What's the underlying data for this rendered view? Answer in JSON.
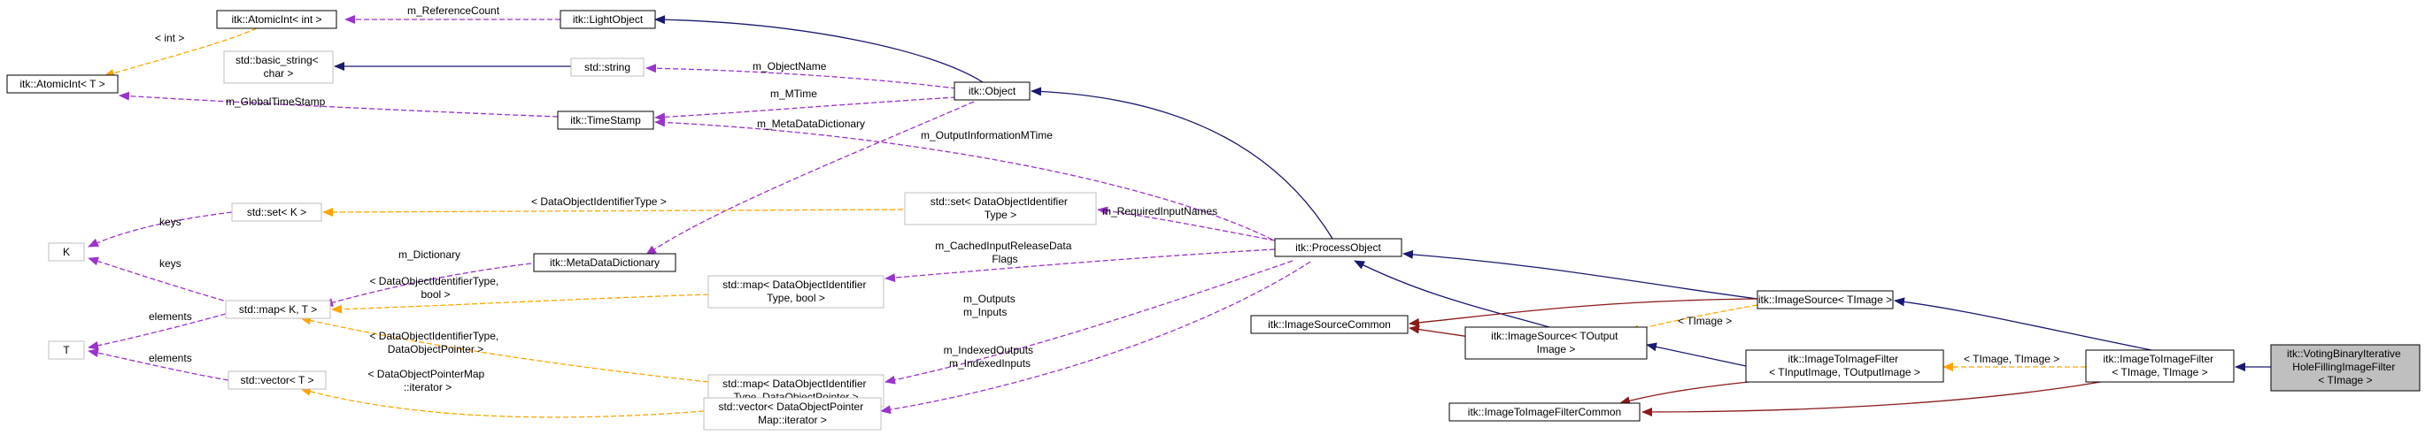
{
  "colors": {
    "inheritance": "#191970",
    "private_inheritance": "#8b1a1a",
    "member": "#9a32cd",
    "template": "#ffa500",
    "focus_fill": "#bfbfbf",
    "undocumented_border": "#bfbfbf"
  },
  "nodes": {
    "atomicint_int": [
      "itk::AtomicInt< int >"
    ],
    "lightobject": [
      "itk::LightObject"
    ],
    "atomicint_t": [
      "itk::AtomicInt< T >"
    ],
    "basic_string": [
      "std::basic_string<",
      "char >"
    ],
    "std_string": [
      "std::string"
    ],
    "object": [
      "itk::Object"
    ],
    "timestamp": [
      "itk::TimeStamp"
    ],
    "set_k": [
      "std::set< K >"
    ],
    "set_doi": [
      "std::set< DataObjectIdentifier",
      "Type >"
    ],
    "k": [
      "K"
    ],
    "metadatadictionary": [
      "itk::MetaDataDictionary"
    ],
    "processobject": [
      "itk::ProcessObject"
    ],
    "map_kt": [
      "std::map< K, T >"
    ],
    "map_doi_bool": [
      "std::map< DataObjectIdentifier",
      "Type, bool >"
    ],
    "t": [
      "T"
    ],
    "imagesourcecommon": [
      "itk::ImageSourceCommon"
    ],
    "imagesource_timage": [
      "itk::ImageSource< TImage >"
    ],
    "map_doi_ptr": [
      "std::map< DataObjectIdentifier",
      "Type, DataObjectPointer >"
    ],
    "imagesource_toutput": [
      "itk::ImageSource< TOutput",
      "Image >"
    ],
    "imagetoimagefilter_tin_tout": [
      "itk::ImageToImageFilter",
      "< TInputImage, TOutputImage >"
    ],
    "imagetoimagefilter_timage": [
      "itk::ImageToImageFilter",
      "< TImage, TImage >"
    ],
    "voting": [
      "itk::VotingBinaryIterative",
      "HoleFillingImageFilter",
      "< TImage >"
    ],
    "vector_t": [
      "std::vector< T >"
    ],
    "vector_doipm": [
      "std::vector< DataObjectPointer",
      "Map::iterator >"
    ],
    "imagetoimagefiltercommon": [
      "itk::ImageToImageFilterCommon"
    ]
  },
  "edge_labels": {
    "m_referencecount": [
      "m_ReferenceCount"
    ],
    "int_template": [
      "< int >"
    ],
    "m_objectname": [
      "m_ObjectName"
    ],
    "m_globaltimestamp": [
      "m_GlobalTimeStamp"
    ],
    "m_mtime": [
      "m_MTime"
    ],
    "m_metadatadictionary": [
      "m_MetaDataDictionary"
    ],
    "m_outputinformationmtime": [
      "m_OutputInformationMTime"
    ],
    "doi_type_template": [
      "< DataObjectIdentifierType >"
    ],
    "keys_1": [
      "keys"
    ],
    "m_requiredinputnames": [
      "m_RequiredInputNames"
    ],
    "m_dictionary": [
      "m_Dictionary"
    ],
    "m_cachedinputreleasedataflags": [
      "m_CachedInputReleaseData",
      "Flags"
    ],
    "keys_2": [
      "keys"
    ],
    "doi_bool_template": [
      "< DataObjectIdentifierType,",
      "bool >"
    ],
    "elements_1": [
      "elements"
    ],
    "m_outputs_inputs": [
      "m_Outputs",
      "m_Inputs"
    ],
    "timage_template": [
      "< TImage >"
    ],
    "timage_timage_template": [
      "< TImage, TImage >"
    ],
    "doi_ptr_template": [
      "< DataObjectIdentifierType,",
      "DataObjectPointer >"
    ],
    "elements_2": [
      "elements"
    ],
    "m_indexedoutputs_inputs": [
      "m_IndexedOutputs",
      "m_IndexedInputs"
    ],
    "doipm_iterator_template": [
      "< DataObjectPointerMap",
      "::iterator >"
    ]
  }
}
